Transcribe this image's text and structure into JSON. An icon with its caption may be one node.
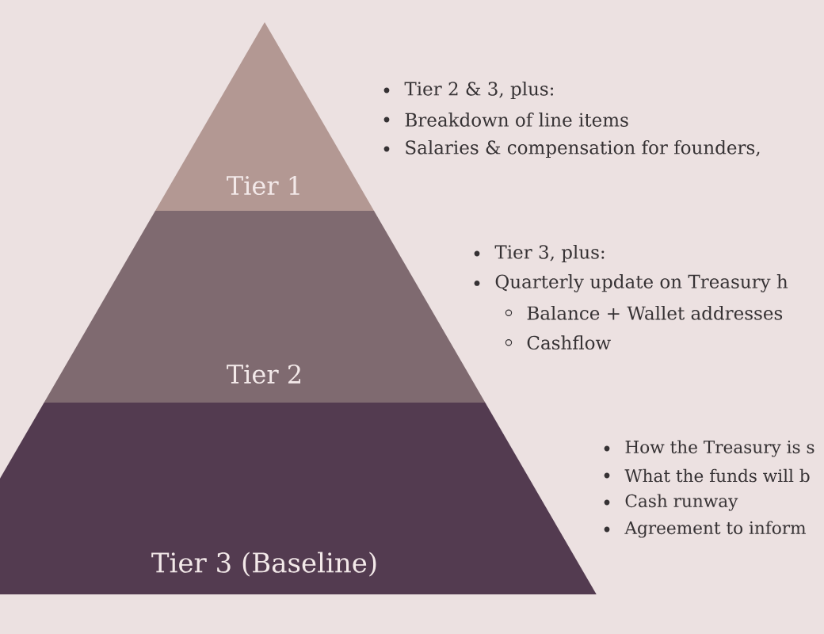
{
  "diagram": {
    "nodes": [
      {
        "text": [
          "Tier 1"
        ],
        "beside": [
          "Tier 2 & 3, plus:",
          "Breakdown of line items",
          "Salaries & compensation for founders,"
        ]
      },
      {
        "text": [
          "Tier 2"
        ],
        "beside": [
          "Tier 3, plus:",
          "Quarterly update on Treasury h",
          "Balance + Wallet addresses",
          "Cashflow"
        ]
      },
      {
        "text": [
          "Tier 3 (Baseline)"
        ],
        "beside": [
          "How the Treasury is s",
          "What the funds will b",
          "Cash runway",
          "Agreement to inform"
        ]
      }
    ]
  }
}
